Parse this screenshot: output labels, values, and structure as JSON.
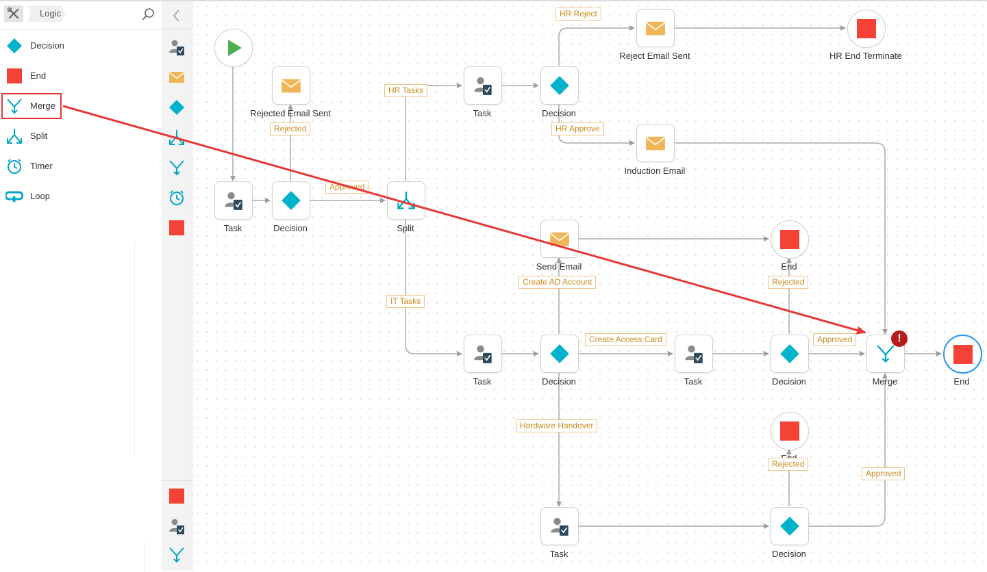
{
  "palette": {
    "breadcrumb": "Logic",
    "items": [
      {
        "label": "Decision",
        "icon": "diamond-icon"
      },
      {
        "label": "End",
        "icon": "end-square-icon"
      },
      {
        "label": "Merge",
        "icon": "merge-icon"
      },
      {
        "label": "Split",
        "icon": "split-icon"
      },
      {
        "label": "Timer",
        "icon": "timer-icon"
      },
      {
        "label": "Loop",
        "icon": "loop-icon"
      }
    ],
    "selected": "Merge"
  },
  "toolbar": {
    "top_tools": [
      "task-icon",
      "email-icon",
      "diamond-icon",
      "split-icon",
      "merge-icon",
      "timer-icon",
      "end-square-icon"
    ],
    "bottom_tools": [
      "end-square-icon",
      "task-icon",
      "merge-icon"
    ]
  },
  "nodes": {
    "start": {
      "label": ""
    },
    "task1": {
      "label": "Task"
    },
    "decision1": {
      "label": "Decision"
    },
    "rejected_email": {
      "label": "Rejected Email Sent"
    },
    "split": {
      "label": "Split"
    },
    "hr_task": {
      "label": "Task"
    },
    "hr_decision": {
      "label": "Decision"
    },
    "reject_email": {
      "label": "Reject Email Sent"
    },
    "hr_end": {
      "label": "HR End Terminate"
    },
    "induction_email": {
      "label": "Induction Email"
    },
    "send_email": {
      "label": "Send Email"
    },
    "end_top": {
      "label": "End"
    },
    "it_task": {
      "label": "Task"
    },
    "it_decision": {
      "label": "Decision"
    },
    "access_task": {
      "label": "Task"
    },
    "access_decision": {
      "label": "Decision"
    },
    "merge": {
      "label": "Merge"
    },
    "end_final": {
      "label": "End"
    },
    "end_bottom": {
      "label": "End"
    },
    "hw_task": {
      "label": "Task"
    },
    "hw_decision": {
      "label": "Decision"
    }
  },
  "edge_labels": {
    "rejected": "Rejected",
    "approved": "Approved",
    "hr_tasks": "HR Tasks",
    "it_tasks": "IT Tasks",
    "hr_reject": "HR Reject",
    "hr_approve": "HR Approve",
    "create_ad": "Create AD Account",
    "create_card": "Create Access Card",
    "hardware": "Hardware Handover",
    "rejected_top": "Rejected",
    "approved_merge": "Approved",
    "rejected_bottom": "Rejected",
    "approved_bottom": "Approved"
  },
  "merge_error_badge": "!",
  "colors": {
    "decision": "#00b2cc",
    "end": "#f44336",
    "start": "#4caf50",
    "email": "#f0b557",
    "edge_label_text": "#c98a1a",
    "annotation_arrow": "#e53935"
  }
}
